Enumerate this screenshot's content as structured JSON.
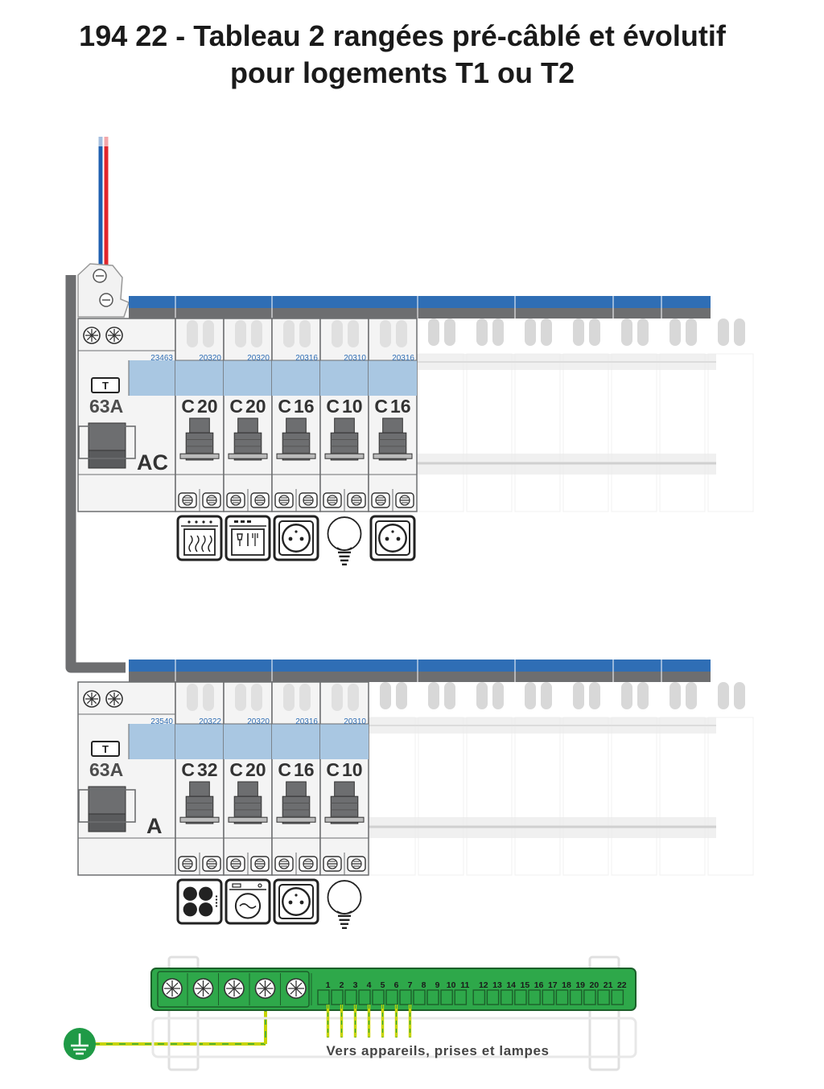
{
  "title": {
    "line1": "194 22 - Tableau 2 rangées pré-câblé et évolutif",
    "line2": "pour logements T1 ou T2"
  },
  "rows": [
    {
      "main_breaker": {
        "ref": "23463",
        "type_badge": "T",
        "rating": "63A",
        "class": "AC"
      },
      "breakers": [
        {
          "ref": "20320",
          "curve": "C",
          "rating": "20",
          "load_icon": "oven-icon"
        },
        {
          "ref": "20320",
          "curve": "C",
          "rating": "20",
          "load_icon": "dishwasher-icon"
        },
        {
          "ref": "20316",
          "curve": "C",
          "rating": "16",
          "load_icon": "socket-icon"
        },
        {
          "ref": "20310",
          "curve": "C",
          "rating": "10",
          "load_icon": "lightbulb-icon"
        },
        {
          "ref": "20316",
          "curve": "C",
          "rating": "16",
          "load_icon": "socket-icon"
        }
      ]
    },
    {
      "main_breaker": {
        "ref": "23540",
        "type_badge": "T",
        "rating": "63A",
        "class": "A"
      },
      "breakers": [
        {
          "ref": "20322",
          "curve": "C",
          "rating": "32",
          "load_icon": "cooktop-icon"
        },
        {
          "ref": "20320",
          "curve": "C",
          "rating": "20",
          "load_icon": "washing-machine-icon"
        },
        {
          "ref": "20316",
          "curve": "C",
          "rating": "16",
          "load_icon": "socket-icon"
        },
        {
          "ref": "20310",
          "curve": "C",
          "rating": "10",
          "load_icon": "lightbulb-icon"
        }
      ]
    }
  ],
  "terminal_block": {
    "numbers": [
      "1",
      "2",
      "3",
      "4",
      "5",
      "6",
      "7",
      "8",
      "9",
      "10",
      "11",
      "12",
      "13",
      "14",
      "15",
      "16",
      "17",
      "18",
      "19",
      "20",
      "21",
      "22"
    ],
    "caption": "Vers appareils, prises et lampes"
  },
  "colors": {
    "rail_blue": "#2f6eb5",
    "rail_grey": "#6d6e70",
    "module_blue": "#a9c7e2",
    "terminal_green": "#2ea84a",
    "earth_green": "#1f9a46",
    "wire_blue": "#1e5fb0",
    "wire_red": "#e0252b",
    "wire_yellow_green": "#c8d400"
  },
  "icons": [
    "earth-icon",
    "oven-icon",
    "dishwasher-icon",
    "socket-icon",
    "lightbulb-icon",
    "cooktop-icon",
    "washing-machine-icon"
  ]
}
